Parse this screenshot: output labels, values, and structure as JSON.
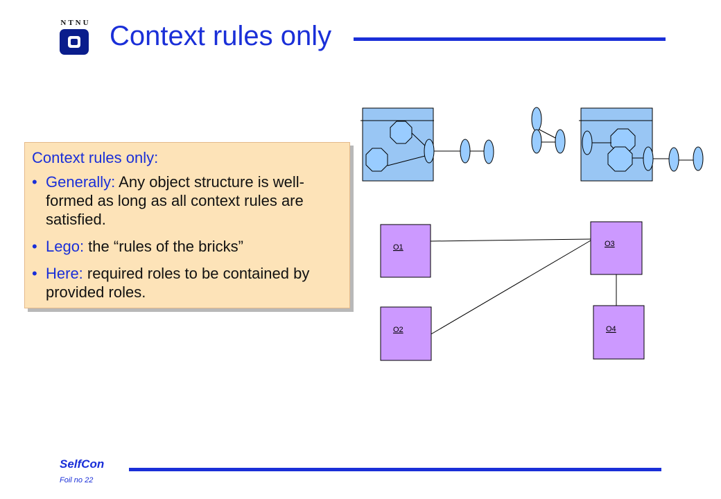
{
  "logo": {
    "text": "NTNU"
  },
  "slide": {
    "title": "Context rules only"
  },
  "textbox": {
    "heading": "Context rules only:",
    "items": [
      {
        "key": "Generally:",
        "rest": " Any object structure is well-formed as long as all context rules are satisfied."
      },
      {
        "key": "Lego:",
        "rest": " the “rules of the bricks”"
      },
      {
        "key": "Here:",
        "rest": " required roles to be contained by provided roles."
      }
    ]
  },
  "diagram": {
    "objects": [
      {
        "id": "o1",
        "label": "O1"
      },
      {
        "id": "o2",
        "label": "O2"
      },
      {
        "id": "o3",
        "label": "O3"
      },
      {
        "id": "o4",
        "label": "O4"
      }
    ],
    "colors": {
      "component_fill": "#99c6f4",
      "object_fill": "#cc99ff",
      "octagon_fill": "#99ccff",
      "ellipse_fill": "#99ccff"
    }
  },
  "footer": {
    "name": "SelfCon",
    "foil": "Foil no 22"
  }
}
